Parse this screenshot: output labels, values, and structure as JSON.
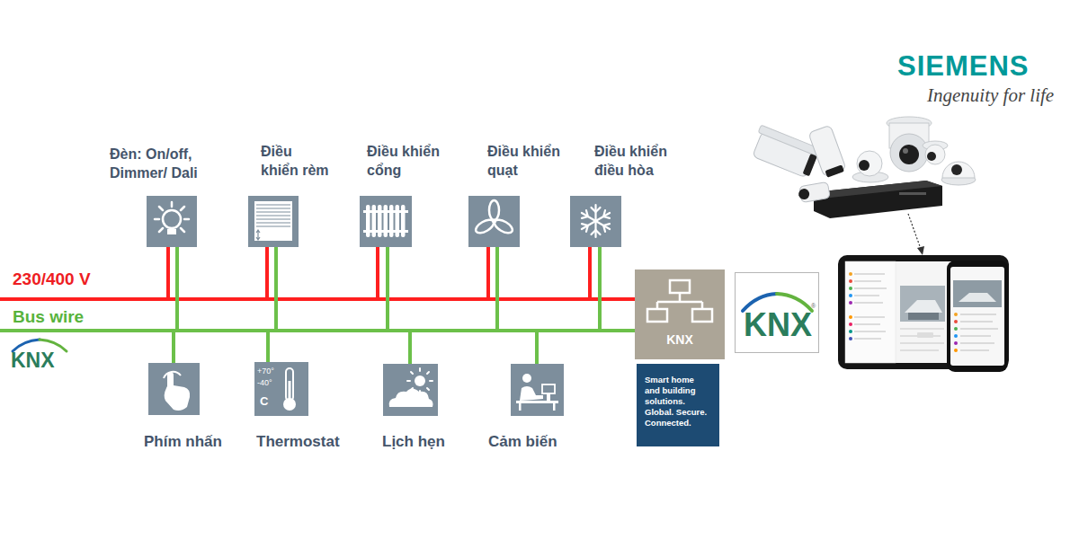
{
  "diagram": {
    "nodes": [
      {
        "text": [
          "Đèn: On/off, Dimmer/ Dali"
        ]
      },
      {
        "text": [
          "Điều khiển rèm"
        ]
      },
      {
        "text": [
          "Điều khiển cổng"
        ]
      },
      {
        "text": [
          "Điều khiển quạt"
        ]
      },
      {
        "text": [
          "Điều khiển điều hòa"
        ]
      },
      {
        "text": [
          "Phím nhấn"
        ]
      },
      {
        "text": [
          "+70°",
          "-40°",
          "C",
          "Thermostat"
        ]
      },
      {
        "text": [
          "Lịch hẹn"
        ]
      },
      {
        "text": [
          "Cảm biến"
        ]
      },
      {
        "text": [
          "KNX"
        ]
      },
      {
        "text": [
          "Smart home and building solutions. Global. Secure. Connected."
        ]
      },
      {
        "text": [
          "KNX"
        ]
      }
    ],
    "edges": [
      {
        "from": 0,
        "to": 9,
        "arrow": "none"
      },
      {
        "from": 0,
        "to": 9,
        "arrow": "none"
      },
      {
        "from": 1,
        "to": 9,
        "arrow": "none"
      },
      {
        "from": 1,
        "to": 9,
        "arrow": "none"
      },
      {
        "from": 2,
        "to": 9,
        "arrow": "none"
      },
      {
        "from": 2,
        "to": 9,
        "arrow": "none"
      },
      {
        "from": 3,
        "to": 9,
        "arrow": "none"
      },
      {
        "from": 3,
        "to": 9,
        "arrow": "none"
      },
      {
        "from": 4,
        "to": 9,
        "arrow": "none"
      },
      {
        "from": 4,
        "to": 9,
        "arrow": "none"
      },
      {
        "from": 5,
        "to": 9,
        "arrow": "none"
      },
      {
        "from": 6,
        "to": 9,
        "arrow": "none"
      },
      {
        "from": 7,
        "to": 9,
        "arrow": "none"
      },
      {
        "from": 8,
        "to": 9,
        "arrow": "none"
      }
    ],
    "labels": [
      "SIEMENS",
      "Ingenuity for life",
      "230/400 V",
      "Bus wire",
      "KNX",
      "®"
    ]
  }
}
